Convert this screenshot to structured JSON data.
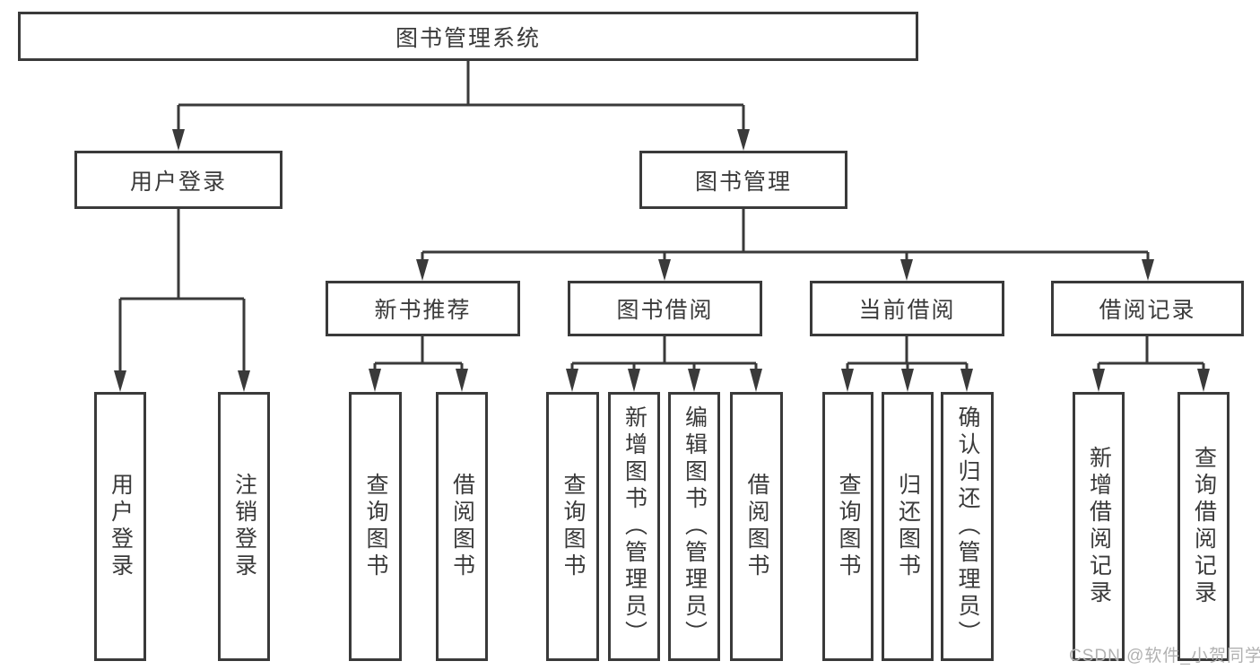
{
  "diagram": {
    "root": "图书管理系统",
    "login": {
      "label": "用户登录",
      "children": [
        "用户登录",
        "注销登录"
      ]
    },
    "manage": {
      "label": "图书管理",
      "sections": [
        {
          "label": "新书推荐",
          "children": [
            "查询图书",
            "借阅图书"
          ]
        },
        {
          "label": "图书借阅",
          "children": [
            "查询图书",
            "新增图书（管理员）",
            "编辑图书（管理员）",
            "借阅图书"
          ]
        },
        {
          "label": "当前借阅",
          "children": [
            "查询图书",
            "归还图书",
            "确认归还（管理员）"
          ]
        },
        {
          "label": "借阅记录",
          "children": [
            "新增借阅记录",
            "查询借阅记录"
          ]
        }
      ]
    }
  },
  "watermark": "CSDN @软件_小贺同学",
  "colors": {
    "line": "#3a3a3a",
    "text": "#3a3a3a",
    "watermark_text": "#b1b1b1",
    "background": "#ffffff"
  }
}
